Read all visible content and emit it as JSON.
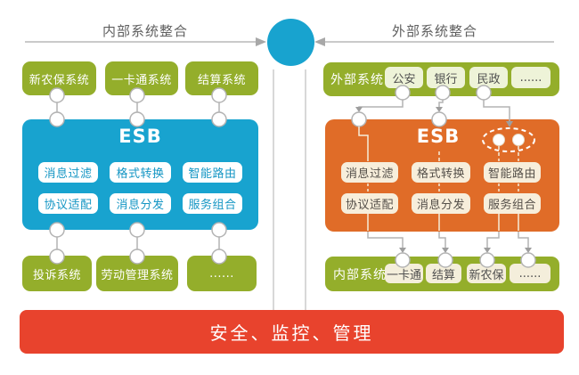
{
  "header": {
    "left_label": "内部系统整合",
    "right_label": "外部系统整合"
  },
  "left_half": {
    "top_systems": [
      "新农保系统",
      "一卡通系统",
      "结算系统"
    ],
    "esb": {
      "title": "ESB",
      "modules": [
        "消息过滤",
        "格式转换",
        "智能路由",
        "协议适配",
        "消息分发",
        "服务组合"
      ]
    },
    "bottom_systems": [
      "投诉系统",
      "劳动管理系统",
      "......"
    ]
  },
  "right_half": {
    "external_systems": {
      "label": "外部系统",
      "items": [
        "公安",
        "银行",
        "民政",
        "......"
      ]
    },
    "esb": {
      "title": "ESB",
      "modules": [
        "消息过滤",
        "格式转换",
        "智能路由",
        "协议适配",
        "消息分发",
        "服务组合"
      ]
    },
    "internal_systems": {
      "label": "内部系统",
      "items": [
        "一卡通",
        "结算",
        "新农保",
        "......"
      ]
    }
  },
  "footer": {
    "label": "安全、监控、管理"
  },
  "colors": {
    "green": "#94ae2b",
    "blue": "#18a3cf",
    "orange": "#e06c28",
    "red": "#e8432d",
    "cream": "#f7eedb",
    "pale_green": "#eef3d8",
    "line_gray": "#b3b3b3",
    "header_text": "#5f5f5f"
  }
}
